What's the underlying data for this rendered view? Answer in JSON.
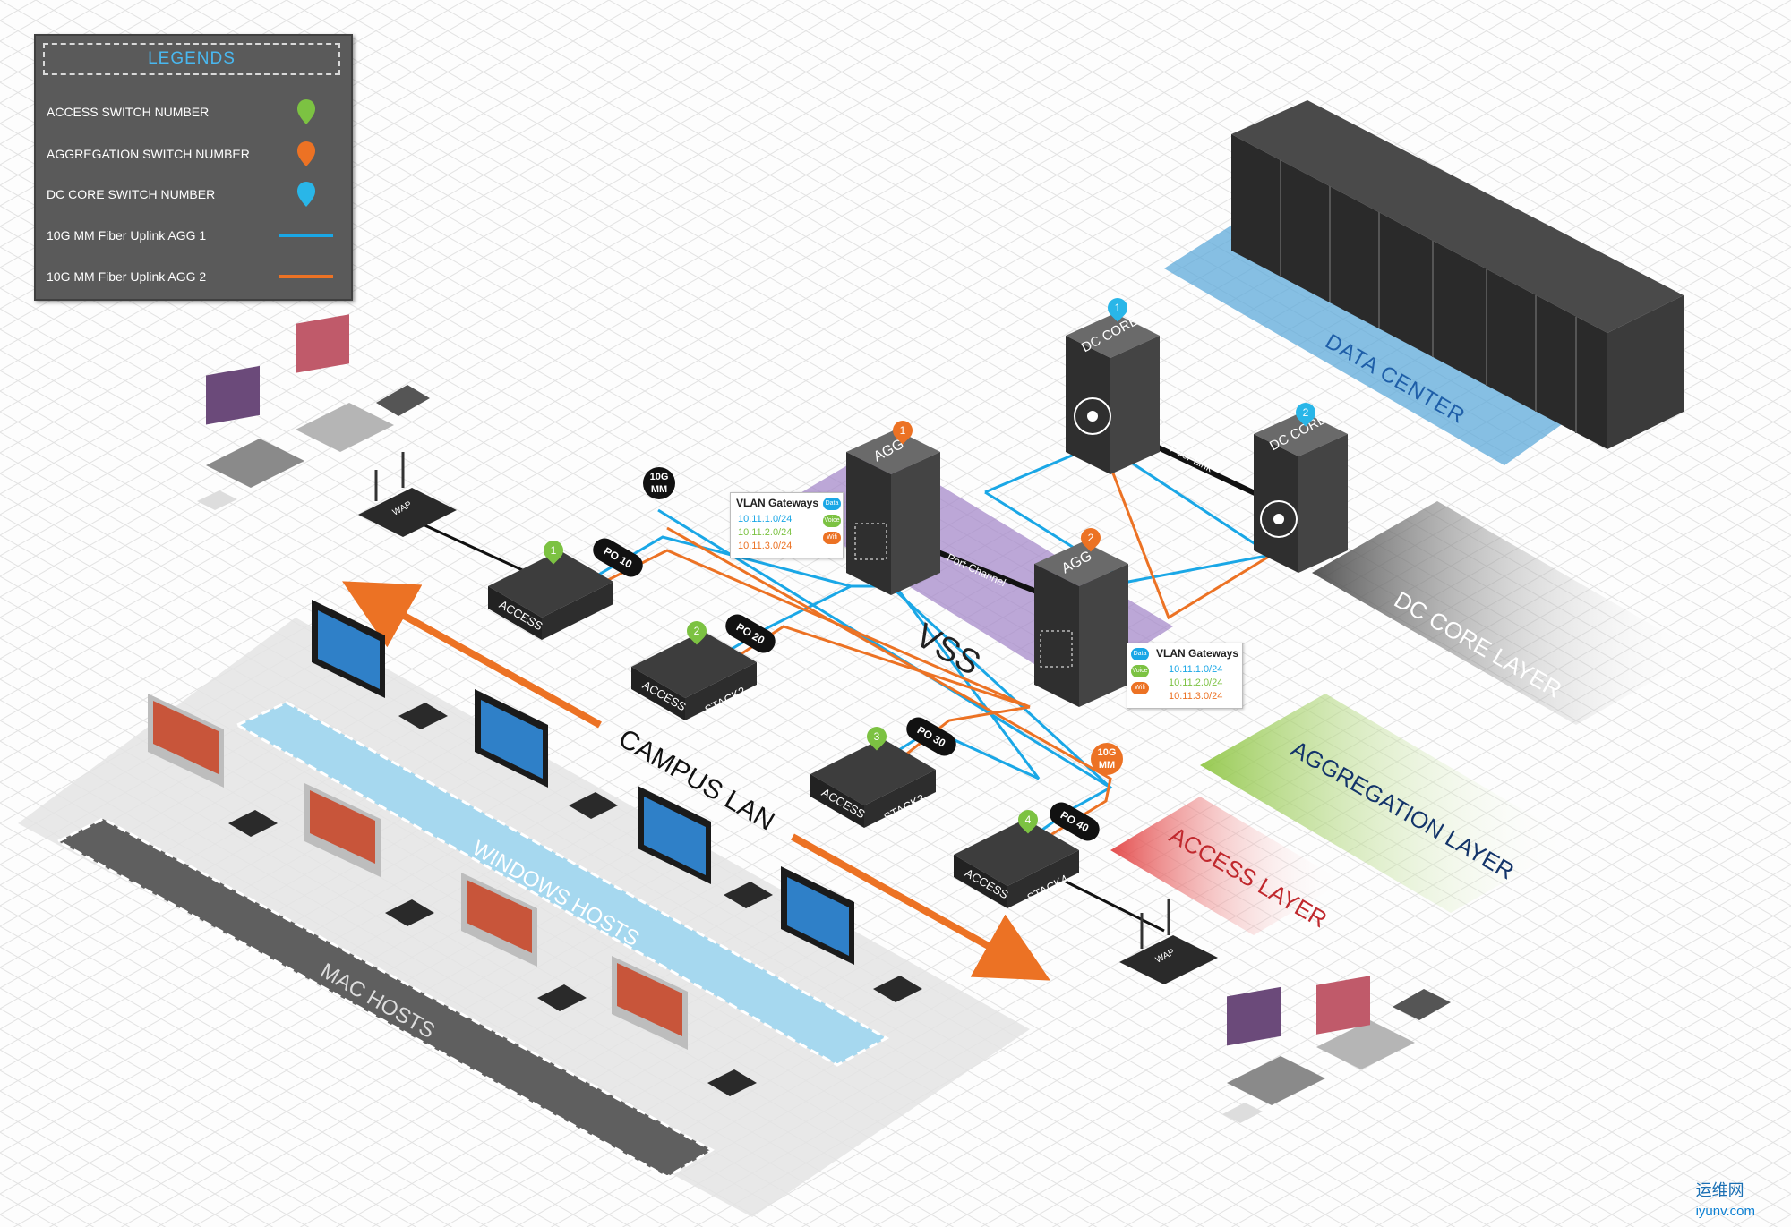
{
  "legend": {
    "title": "LEGENDS",
    "items": [
      {
        "label": "ACCESS SWITCH NUMBER",
        "icon": "green-pin-icon",
        "color": "#7cc242"
      },
      {
        "label": "AGGREGATION SWITCH NUMBER",
        "icon": "orange-pin-icon",
        "color": "#ec7224"
      },
      {
        "label": "DC CORE SWITCH NUMBER",
        "icon": "blue-pin-icon",
        "color": "#29b6e8"
      },
      {
        "label": "10G MM Fiber Uplink AGG 1",
        "icon": "blue-line-icon",
        "color": "#1aa7e6"
      },
      {
        "label": "10G MM Fiber Uplink AGG 2",
        "icon": "orange-line-icon",
        "color": "#ec7224"
      }
    ]
  },
  "zones": {
    "data_center": "DATA CENTER",
    "dc_core_layer": "DC CORE LAYER",
    "aggregation_layer": "AGGREGATION LAYER",
    "access_layer": "ACCESS LAYER",
    "vss": "VSS",
    "campus_lan": "CAMPUS LAN",
    "windows_hosts": "WINDOWS HOSTS",
    "mac_hosts": "MAC HOSTS"
  },
  "devices": {
    "dc_core_1": {
      "label": "DC CORE",
      "number": "1"
    },
    "dc_core_2": {
      "label": "DC CORE",
      "number": "2"
    },
    "agg_1": {
      "label": "AGG",
      "number": "1"
    },
    "agg_2": {
      "label": "AGG",
      "number": "2"
    },
    "access_1": {
      "label": "ACCESS",
      "number": "1",
      "po": "PO 10"
    },
    "access_2": {
      "label": "ACCESS",
      "stack": "STACK2",
      "number": "2",
      "po": "PO 20"
    },
    "access_3": {
      "label": "ACCESS",
      "stack": "STACK3",
      "number": "3",
      "po": "PO 30"
    },
    "access_4": {
      "label": "ACCESS",
      "stack": "STACK4",
      "number": "4",
      "po": "PO 40"
    },
    "wap_1": {
      "label": "WAP"
    },
    "wap_2": {
      "label": "WAP"
    }
  },
  "links": {
    "peer_link": "Peer-Link",
    "port_channel": "Port-Channel",
    "ten_g_1": {
      "line1": "10G",
      "line2": "MM"
    },
    "ten_g_2": {
      "line1": "10G",
      "line2": "MM"
    }
  },
  "vlan_gateways": [
    {
      "title": "VLAN Gateways",
      "chips": [
        "Data",
        "Voice",
        "Wifi"
      ],
      "subnets": [
        "10.11.1.0/24",
        "10.11.2.0/24",
        "10.11.3.0/24"
      ]
    },
    {
      "title": "VLAN Gateways",
      "chips": [
        "Data",
        "Voice",
        "Wifi"
      ],
      "subnets": [
        "10.11.1.0/24",
        "10.11.2.0/24",
        "10.11.3.0/24"
      ]
    }
  ],
  "colors": {
    "blue": "#1aa7e6",
    "orange": "#ec7224",
    "green": "#7cc242",
    "data": "#1aa7e6",
    "voice": "#7cc242",
    "wifi": "#ec7224"
  },
  "watermark": {
    "cn": "运维网",
    "en": "iyunv.com"
  }
}
